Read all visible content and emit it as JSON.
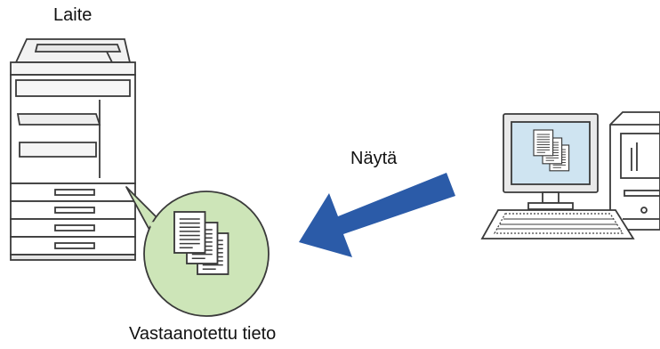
{
  "labels": {
    "device": "Laite",
    "action": "Näytä",
    "received": "Vastaanotettu tieto"
  },
  "icons": {
    "device": "multifunction-printer-icon",
    "computer": "desktop-computer-icon",
    "documents": "document-stack-icon",
    "arrow": "arrow-left-down-icon"
  },
  "colors": {
    "arrow": "#2b5ba8",
    "bubble_fill": "#cde5b8",
    "screen": "#cfe4f1",
    "outline": "#3a3a3a"
  }
}
